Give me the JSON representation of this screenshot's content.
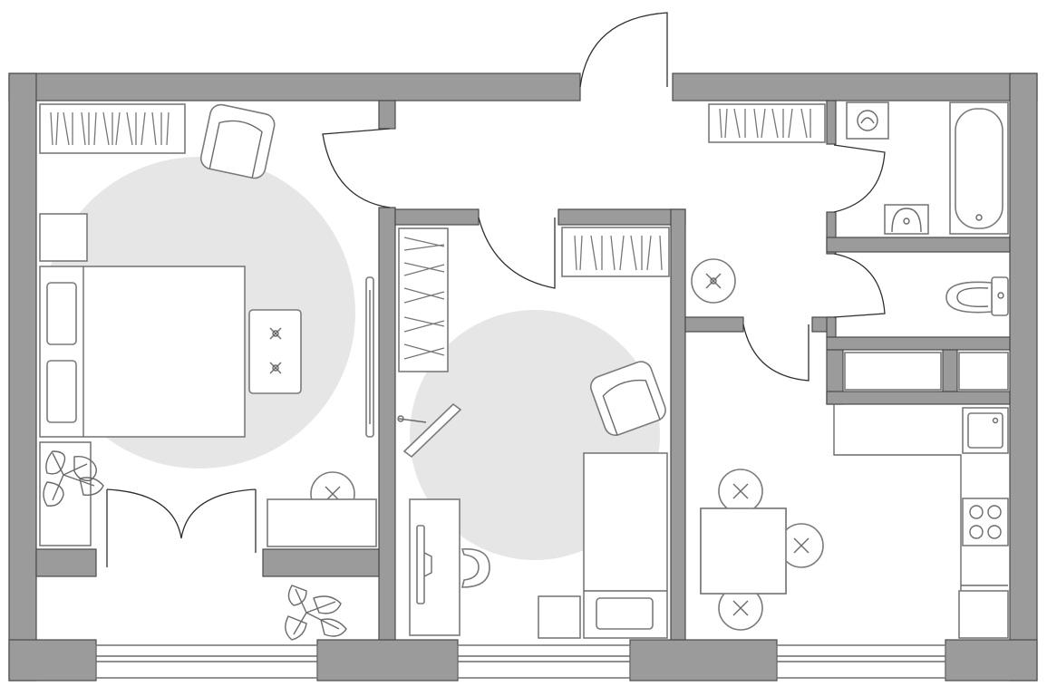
{
  "plan": {
    "colors": {
      "wall_fill": "#9b9b9b",
      "wall_stroke": "#4a4a4a",
      "furniture_stroke": "#7a7a7a",
      "rug_fill": "#e6e6e6",
      "background": "#ffffff"
    },
    "rooms": [
      "bedroom",
      "hallway",
      "bathroom",
      "toilet",
      "storage",
      "children-room",
      "kitchen",
      "balcony"
    ]
  }
}
